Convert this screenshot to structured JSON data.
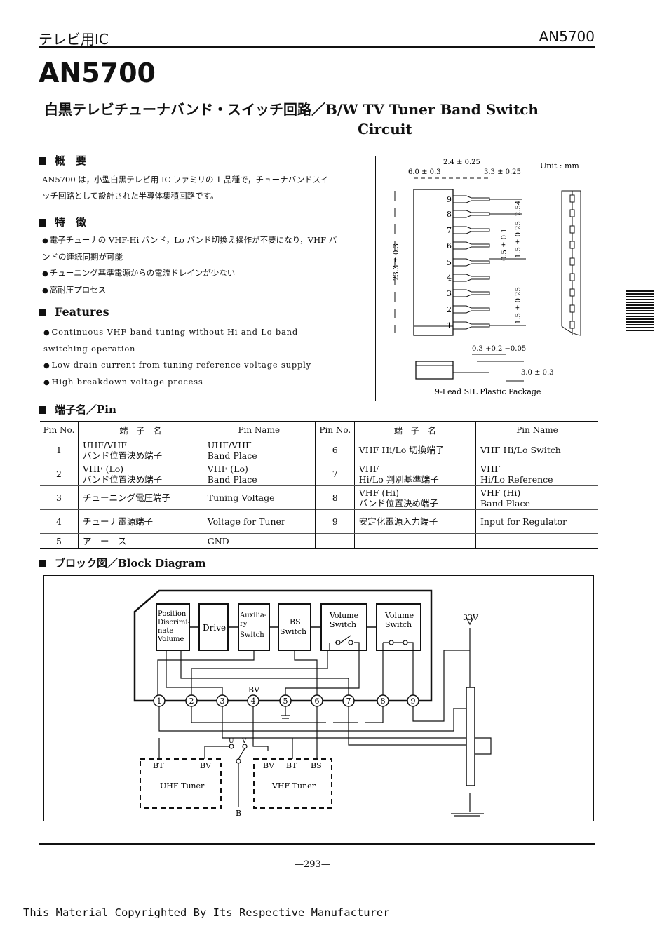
{
  "header": {
    "category": "テレビ用IC",
    "part": "AN5700"
  },
  "title": "AN5700",
  "subtitle": {
    "line1": "白黒テレビチューナバンド・スイッチ回路／B/W TV Tuner Band Switch",
    "line2": "Circuit"
  },
  "overview": {
    "heading": "概　要",
    "text": "AN5700 は，小型白黒テレビ用 IC ファミリの 1 品種で，チューナバンドスイッチ回路として設計された半導体集積回路です。"
  },
  "features_jp": {
    "heading": "特　徴",
    "items": [
      "電子チューナの VHF-Hi バンド，Lo バンド切換え操作が不要になり，VHF バンドの連続同期が可能",
      "チューニング基準電源からの電流ドレインが少ない",
      "高耐圧プロセス"
    ]
  },
  "features_en": {
    "heading": "Features",
    "items": [
      "Continuous VHF band tuning without Hi and Lo band switching operation",
      "Low drain current from tuning reference voltage supply",
      "High breakdown voltage process"
    ]
  },
  "package": {
    "unit": "Unit : mm",
    "dims": [
      "2.4 ± 0.25",
      "6.0 ± 0.3",
      "3.3 ± 0.25",
      "2.54",
      "0.5 ± 0.1",
      "1.5 ± 0.25",
      "23.3 ± 0.3",
      "1.5 ± 0.25",
      "0.3 +0.2 −0.05",
      "3.0 ± 0.3"
    ],
    "pin_labels": [
      "9",
      "8",
      "7",
      "6",
      "5",
      "4",
      "3",
      "2",
      "1"
    ],
    "caption": "9-Lead SIL Plastic Package"
  },
  "pin_section": {
    "heading": "端子名／Pin"
  },
  "pin_table": {
    "headers": [
      "Pin No.",
      "端　子　名",
      "Pin Name",
      "Pin No.",
      "端　子　名",
      "Pin Name"
    ],
    "rows": [
      {
        "l_no": "1",
        "l_jp": "UHF/VHF\nバンド位置決め端子",
        "l_en": "UHF/VHF\nBand Place",
        "r_no": "6",
        "r_jp": "VHF Hi/Lo 切換端子",
        "r_en": "VHF Hi/Lo Switch"
      },
      {
        "l_no": "2",
        "l_jp": "VHF (Lo)\nバンド位置決め端子",
        "l_en": "VHF (Lo)\nBand Place",
        "r_no": "7",
        "r_jp": "VHF\nHi/Lo 判別基準端子",
        "r_en": "VHF\nHi/Lo Reference"
      },
      {
        "l_no": "3",
        "l_jp": "チューニング電圧端子",
        "l_en": "Tuning Voltage",
        "r_no": "8",
        "r_jp": "VHF (Hi)\nバンド位置決め端子",
        "r_en": "VHF (Hi)\nBand Place"
      },
      {
        "l_no": "4",
        "l_jp": "チューナ電源端子",
        "l_en": "Voltage for Tuner",
        "r_no": "9",
        "r_jp": "安定化電源入力端子",
        "r_en": "Input for Regulator"
      },
      {
        "l_no": "5",
        "l_jp": "ア　ー　ス",
        "l_en": "GND",
        "r_no": "–",
        "r_jp": "—",
        "r_en": "–"
      }
    ]
  },
  "block_section": {
    "heading": "ブロック図／Block Diagram"
  },
  "block_diagram": {
    "blocks": [
      "Position",
      "Discrimi-",
      "nate",
      "Volume",
      "Drive",
      "Auxilia-",
      "ry",
      "Switch",
      "BS",
      "Switch",
      "Volume",
      "Switch",
      "Volume",
      "Switch"
    ],
    "pins": [
      "1",
      "2",
      "3",
      "4",
      "5",
      "6",
      "7",
      "8",
      "9"
    ],
    "labels": {
      "bv": "BV",
      "supply": "33V",
      "u": "U",
      "v": "V",
      "b": "B",
      "uhf_bt": "BT",
      "uhf_bv": "BV",
      "uhf": "UHF Tuner",
      "vhf_bv": "BV",
      "vhf_bt": "BT",
      "vhf_bs": "BS",
      "vhf": "VHF Tuner"
    }
  },
  "footer": {
    "page": "—293—",
    "copyright": "This Material Copyrighted By Its Respective Manufacturer"
  }
}
